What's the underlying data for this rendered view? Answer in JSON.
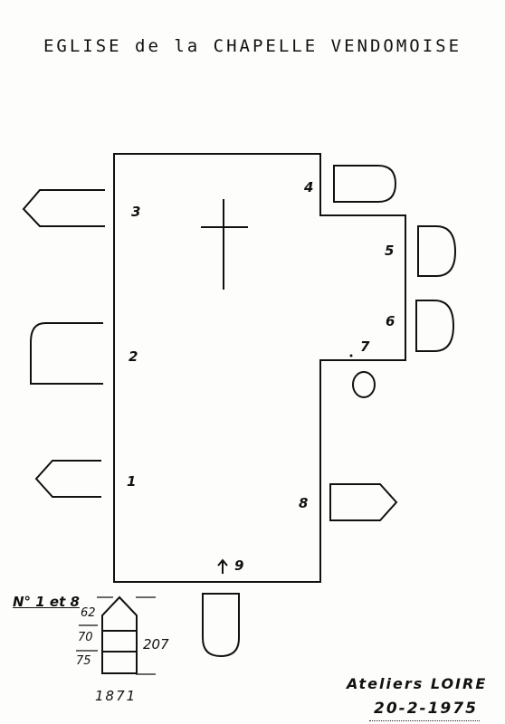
{
  "title": "EGLISE de la CHAPELLE VENDOMOISE",
  "window_numbers": [
    "1",
    "2",
    "3",
    "4",
    "5",
    "6",
    "7",
    "8",
    "9"
  ],
  "legend": {
    "label": "N° 1 et 8",
    "dims": [
      "62",
      "70",
      "75"
    ],
    "height": "207",
    "width": "1871"
  },
  "atelier": "Ateliers LOIRE",
  "date": "20-2-1975"
}
